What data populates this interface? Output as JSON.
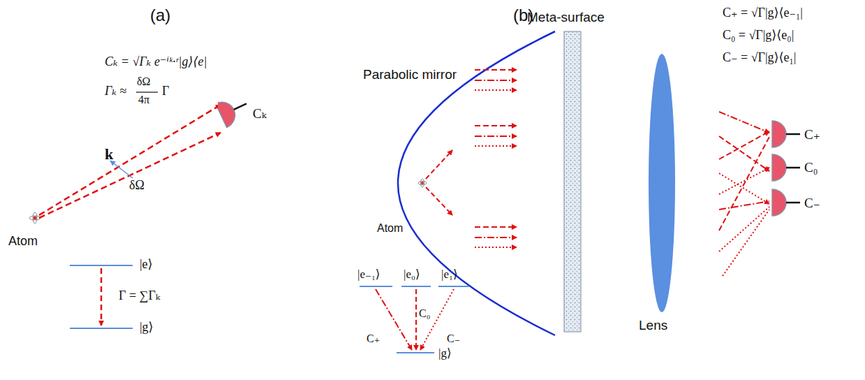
{
  "diagram": {
    "nodes": [
      {
        "text": [
          "Cₖ"
        ]
      },
      {
        "text": [
          "C₊"
        ]
      },
      {
        "text": [
          "C₀"
        ]
      },
      {
        "text": [
          "C₋"
        ]
      }
    ],
    "labels": [
      "(a)",
      "(b)",
      "Cₖ = √Γₖ e⁻ⁱᵏ·ʳ|g⟩⟨e|",
      "Γₖ ≈",
      "δΩ",
      "4π",
      "Γ",
      "k",
      "δΩ",
      "Atom",
      "|e⟩",
      "Γ = ∑Γₖ",
      "|g⟩",
      "Parabolic mirror",
      "Meta-surface",
      "Lens",
      "Atom",
      "C₊ = √Γ|g⟩⟨e₋₁|",
      "C₀ = √Γ|g⟩⟨e₀|",
      "C₋ = √Γ|g⟩⟨e₁|",
      "|e₋₁⟩",
      "|e₀⟩",
      "|e₁⟩",
      "C₀",
      "C₊",
      "C₋",
      "|g⟩"
    ]
  }
}
